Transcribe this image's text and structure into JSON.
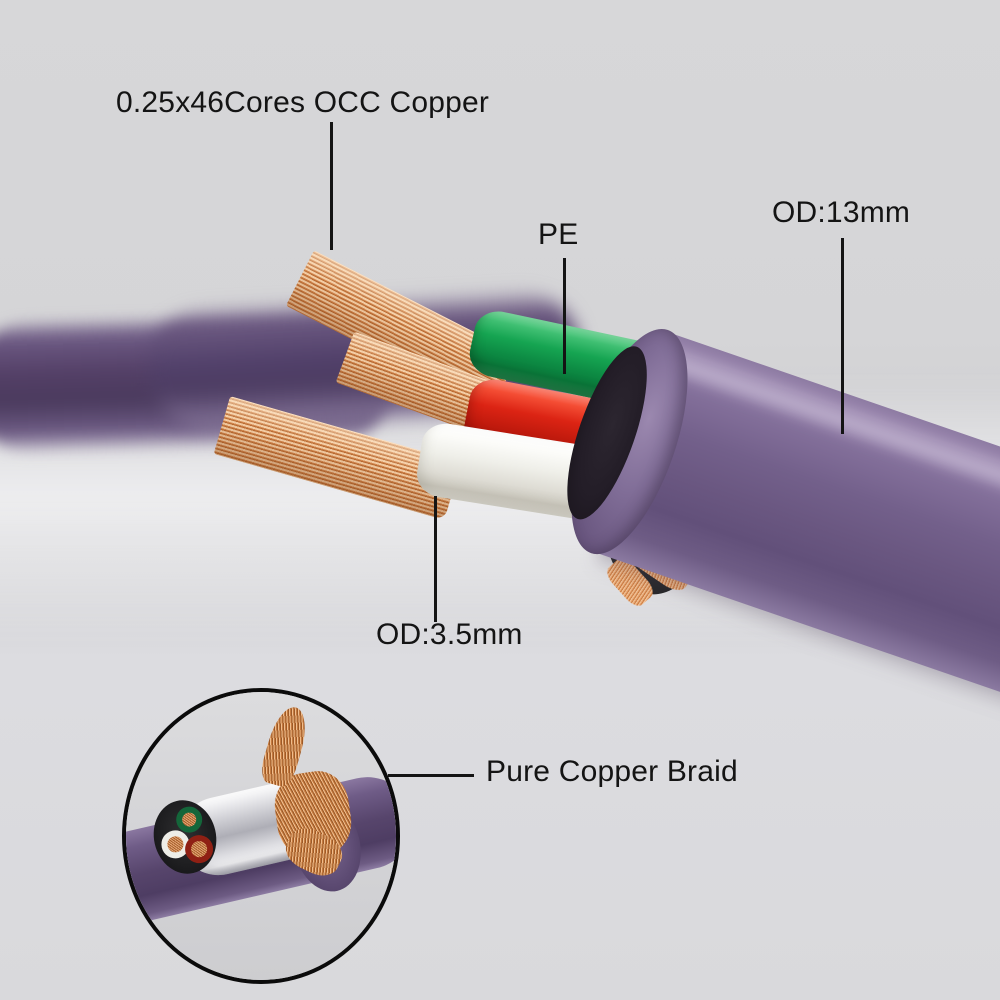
{
  "image": {
    "subject": "OCC copper audio cable cutaway",
    "background_color": "#d4d4d6"
  },
  "annotations": [
    {
      "id": "occ-copper",
      "label": "0.25x46Cores OCC Copper",
      "points_to": "copper-strand-bundles"
    },
    {
      "id": "pe",
      "label": "PE",
      "points_to": "green-conductor-insulation"
    },
    {
      "id": "od-13mm",
      "label": "OD:13mm",
      "points_to": "outer-purple-jacket"
    },
    {
      "id": "od-3-5mm",
      "label": "OD:3.5mm",
      "points_to": "white-conductor"
    },
    {
      "id": "pure-copper-braid",
      "label": "Pure Copper Braid",
      "points_to": "braid-shield-inset"
    }
  ],
  "cable": {
    "jacket_color": "#6a5780",
    "conductors": [
      {
        "name": "green-conductor",
        "color": "#16a552"
      },
      {
        "name": "red-conductor",
        "color": "#dc2414"
      },
      {
        "name": "white-conductor",
        "color": "#efefe9"
      }
    ],
    "copper_color": "#c9793f",
    "foil_color": "#c9c9cf",
    "filler_color": "#2a2a2c"
  },
  "inset": {
    "name": "detail-circle",
    "border_color": "#0b0b0b",
    "shows": "foil shield with pure copper braid peeled back"
  }
}
